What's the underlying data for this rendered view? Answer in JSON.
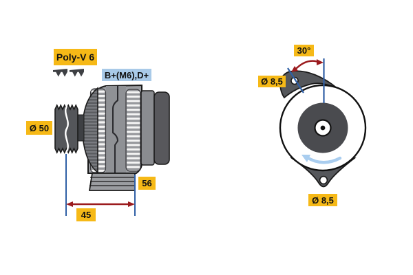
{
  "page": {
    "background": "#ffffff"
  },
  "colors": {
    "page_bg": "#ffffff",
    "label_yellow": "#F6B917",
    "label_blue": "#A9CAE8",
    "label_text": "#111111",
    "outline": "#1a1a1a",
    "dimension_blue": "#2F5FA5",
    "dimension_red": "#9B1B1E",
    "rotation_blue": "#A9CDEF",
    "body_light": "#9B9DA1",
    "body_mid": "#8A8C90",
    "body_dark": "#58585C",
    "pulley_dark": "#54565A",
    "fan_dark": "#5A5C60",
    "fan_ridge": "#7B7D82",
    "fin_base": "#97999D",
    "fin_slat": "#F4F4F4",
    "inner_disc": "#4A4B4F",
    "lug_gray": "#55575B"
  },
  "side_view": {
    "title": "alternator side view",
    "belt_type_label": "Poly-V 6",
    "terminal_label": "B+(M6),D+",
    "pulley_diameter": "Ø 50",
    "dim_depth": "56",
    "dim_width": "45"
  },
  "front_view": {
    "title": "alternator front view",
    "mounting_angle": "30°",
    "hole_diameter_top": "Ø 8,5",
    "hole_diameter_bottom": "Ø 8,5"
  }
}
